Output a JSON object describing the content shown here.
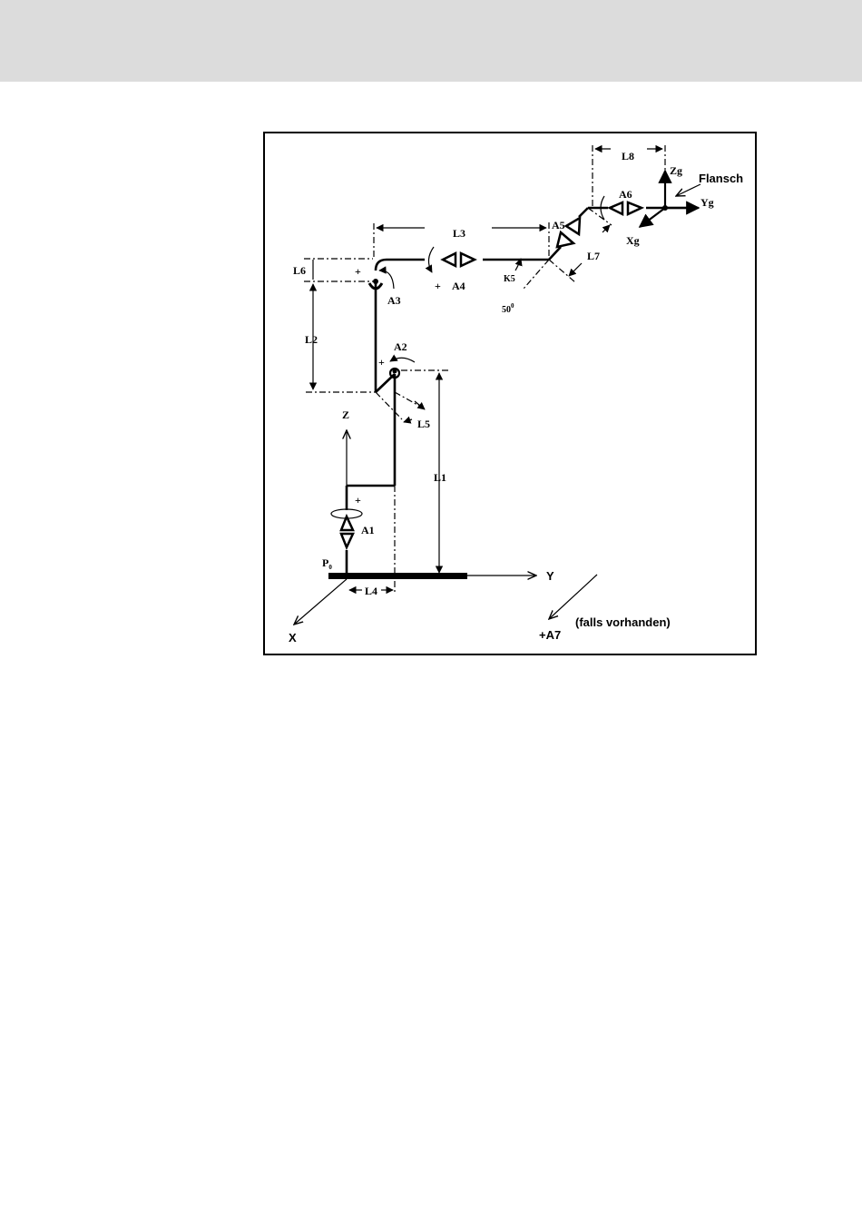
{
  "header": {},
  "diagram": {
    "labels": {
      "L1": "L1",
      "L2": "L2",
      "L3": "L3",
      "L4": "L4",
      "L5": "L5",
      "L6": "L6",
      "L7": "L7",
      "L8": "L8",
      "A1": "A1",
      "A2": "A2",
      "A3": "A3",
      "A4": "A4",
      "A5": "A5",
      "A6": "A6",
      "K5": "K5",
      "angle": "50",
      "angle_sup": "0",
      "P0": "P",
      "P0_sub": "0",
      "Z": "Z",
      "Y": "Y",
      "X": "X",
      "Zg": "Zg",
      "Yg": "Yg",
      "Xg": "Xg",
      "flange": "Flansch",
      "A7": "+A7",
      "optional": "(falls vorhanden)",
      "plus": "+"
    }
  }
}
